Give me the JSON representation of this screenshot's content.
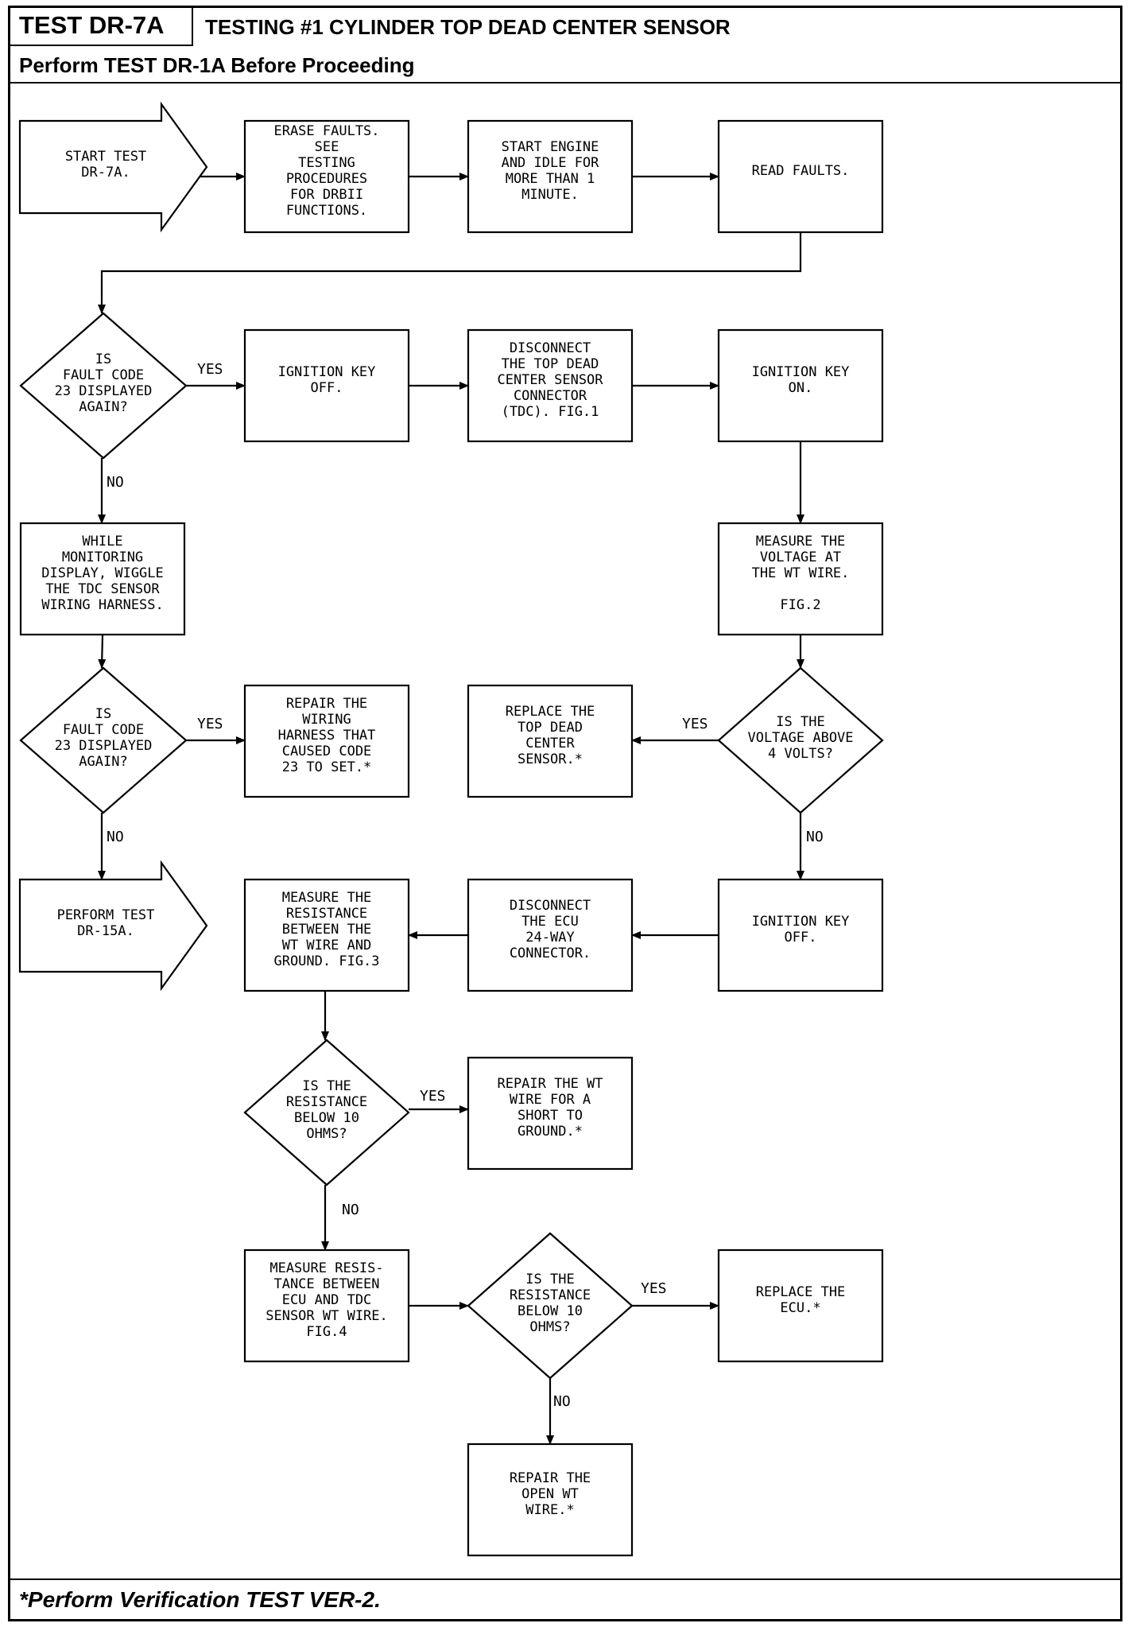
{
  "header": {
    "test_id": "TEST DR-7A",
    "title": "TESTING #1 CYLINDER TOP DEAD CENTER SENSOR",
    "subtitle": "Perform TEST DR-1A Before Proceeding"
  },
  "footer": {
    "note": "*Perform Verification TEST VER-2."
  },
  "nodes": [
    {
      "id": "start",
      "shape": "arrow",
      "lines": [
        "START TEST",
        "DR-7A."
      ]
    },
    {
      "id": "erase",
      "shape": "rect",
      "lines": [
        "ERASE FAULTS.",
        "SEE",
        "TESTING",
        "PROCEDURES",
        "FOR DRBII",
        "FUNCTIONS."
      ]
    },
    {
      "id": "idle",
      "shape": "rect",
      "lines": [
        "START ENGINE",
        "AND IDLE FOR",
        "MORE THAN 1",
        "MINUTE."
      ]
    },
    {
      "id": "read",
      "shape": "rect",
      "lines": [
        "READ FAULTS."
      ]
    },
    {
      "id": "d1",
      "shape": "diamond",
      "lines": [
        "IS",
        "FAULT CODE",
        "23 DISPLAYED",
        "AGAIN?"
      ]
    },
    {
      "id": "ignoff1",
      "shape": "rect",
      "lines": [
        "IGNITION KEY",
        "OFF."
      ]
    },
    {
      "id": "disc_tdc",
      "shape": "rect",
      "lines": [
        "DISCONNECT",
        "THE TOP DEAD",
        "CENTER SENSOR",
        "CONNECTOR",
        "(TDC). FIG.1"
      ]
    },
    {
      "id": "ignon",
      "shape": "rect",
      "lines": [
        "IGNITION KEY",
        "ON."
      ]
    },
    {
      "id": "wiggle",
      "shape": "rect",
      "lines": [
        "WHILE",
        "MONITORING",
        "DISPLAY, WIGGLE",
        "THE TDC SENSOR",
        "WIRING HARNESS."
      ]
    },
    {
      "id": "measv",
      "shape": "rect",
      "lines": [
        "MEASURE THE",
        "VOLTAGE AT",
        "THE WT WIRE.",
        "",
        "FIG.2"
      ]
    },
    {
      "id": "d2",
      "shape": "diamond",
      "lines": [
        "IS",
        "FAULT CODE",
        "23 DISPLAYED",
        "AGAIN?"
      ]
    },
    {
      "id": "repair_h",
      "shape": "rect",
      "lines": [
        "REPAIR THE",
        "WIRING",
        "HARNESS THAT",
        "CAUSED CODE",
        "23 TO SET.*"
      ]
    },
    {
      "id": "repl_tdc",
      "shape": "rect",
      "lines": [
        "REPLACE THE",
        "TOP DEAD",
        "CENTER",
        "SENSOR.*"
      ]
    },
    {
      "id": "d3",
      "shape": "diamond",
      "lines": [
        "IS THE",
        "VOLTAGE ABOVE",
        "4 VOLTS?"
      ]
    },
    {
      "id": "perf15",
      "shape": "arrow",
      "lines": [
        "PERFORM TEST",
        "DR-15A."
      ]
    },
    {
      "id": "measr",
      "shape": "rect",
      "lines": [
        "MEASURE THE",
        "RESISTANCE",
        "BETWEEN THE",
        "WT WIRE AND",
        "GROUND. FIG.3"
      ]
    },
    {
      "id": "disc_ecu",
      "shape": "rect",
      "lines": [
        "DISCONNECT",
        "THE ECU",
        "24-WAY",
        "CONNECTOR."
      ]
    },
    {
      "id": "ignoff2",
      "shape": "rect",
      "lines": [
        "IGNITION KEY",
        "OFF."
      ]
    },
    {
      "id": "d4",
      "shape": "diamond",
      "lines": [
        "IS THE",
        "RESISTANCE",
        "BELOW 10",
        "OHMS?"
      ]
    },
    {
      "id": "repair_short",
      "shape": "rect",
      "lines": [
        "REPAIR THE WT",
        "WIRE FOR A",
        "SHORT TO",
        "GROUND.*"
      ]
    },
    {
      "id": "meas_ecu",
      "shape": "rect",
      "lines": [
        "MEASURE RESIS-",
        "TANCE BETWEEN",
        "ECU AND TDC",
        "SENSOR WT WIRE.",
        "FIG.4"
      ]
    },
    {
      "id": "d5",
      "shape": "diamond",
      "lines": [
        "IS THE",
        "RESISTANCE",
        "BELOW 10",
        "OHMS?"
      ]
    },
    {
      "id": "repl_ecu",
      "shape": "rect",
      "lines": [
        "REPLACE THE",
        "ECU.*"
      ]
    },
    {
      "id": "repair_open",
      "shape": "rect",
      "lines": [
        "REPAIR THE",
        "OPEN WT",
        "WIRE.*"
      ]
    }
  ],
  "edges": [
    {
      "from": "start",
      "to": "erase",
      "label": ""
    },
    {
      "from": "erase",
      "to": "idle",
      "label": ""
    },
    {
      "from": "idle",
      "to": "read",
      "label": ""
    },
    {
      "from": "read",
      "to": "d1",
      "label": ""
    },
    {
      "from": "d1",
      "to": "ignoff1",
      "label": "YES"
    },
    {
      "from": "ignoff1",
      "to": "disc_tdc",
      "label": ""
    },
    {
      "from": "disc_tdc",
      "to": "ignon",
      "label": ""
    },
    {
      "from": "d1",
      "to": "wiggle",
      "label": "NO"
    },
    {
      "from": "ignon",
      "to": "measv",
      "label": ""
    },
    {
      "from": "wiggle",
      "to": "d2",
      "label": ""
    },
    {
      "from": "d2",
      "to": "repair_h",
      "label": "YES"
    },
    {
      "from": "measv",
      "to": "d3",
      "label": ""
    },
    {
      "from": "d3",
      "to": "repl_tdc",
      "label": "YES"
    },
    {
      "from": "d2",
      "to": "perf15",
      "label": "NO"
    },
    {
      "from": "d3",
      "to": "ignoff2",
      "label": "NO"
    },
    {
      "from": "ignoff2",
      "to": "disc_ecu",
      "label": ""
    },
    {
      "from": "disc_ecu",
      "to": "measr",
      "label": ""
    },
    {
      "from": "measr",
      "to": "d4",
      "label": ""
    },
    {
      "from": "d4",
      "to": "repair_short",
      "label": "YES"
    },
    {
      "from": "d4",
      "to": "meas_ecu",
      "label": "NO"
    },
    {
      "from": "meas_ecu",
      "to": "d5",
      "label": ""
    },
    {
      "from": "d5",
      "to": "repl_ecu",
      "label": "YES"
    },
    {
      "from": "d5",
      "to": "repair_open",
      "label": "NO"
    }
  ]
}
